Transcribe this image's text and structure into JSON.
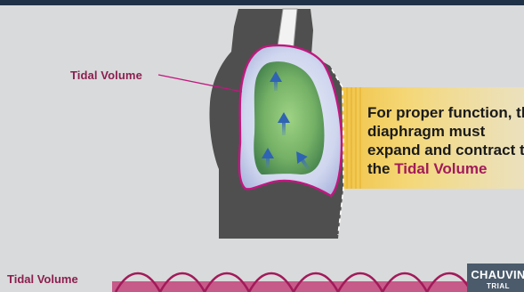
{
  "annotations": {
    "tidal_volume_label": "Tidal Volume"
  },
  "info_box": {
    "line1": "For proper function, the",
    "line2": "diaphragm must",
    "line3": "expand and contract to",
    "line4_prefix": "the ",
    "line4_highlight": "Tidal Volume"
  },
  "footer": {
    "label": "Tidal Volume",
    "badge_title": "CHAUVIN",
    "badge_subtitle": "TRIAL"
  },
  "colors": {
    "accent": "#8c1f4f",
    "highlight": "#a21a5a",
    "body": "#4f4f4f",
    "lung_green": "#6fae5e",
    "callout_yellow": "#f6d060",
    "badge": "#4b5b6c"
  },
  "icons": [
    "up-arrow-icon"
  ]
}
